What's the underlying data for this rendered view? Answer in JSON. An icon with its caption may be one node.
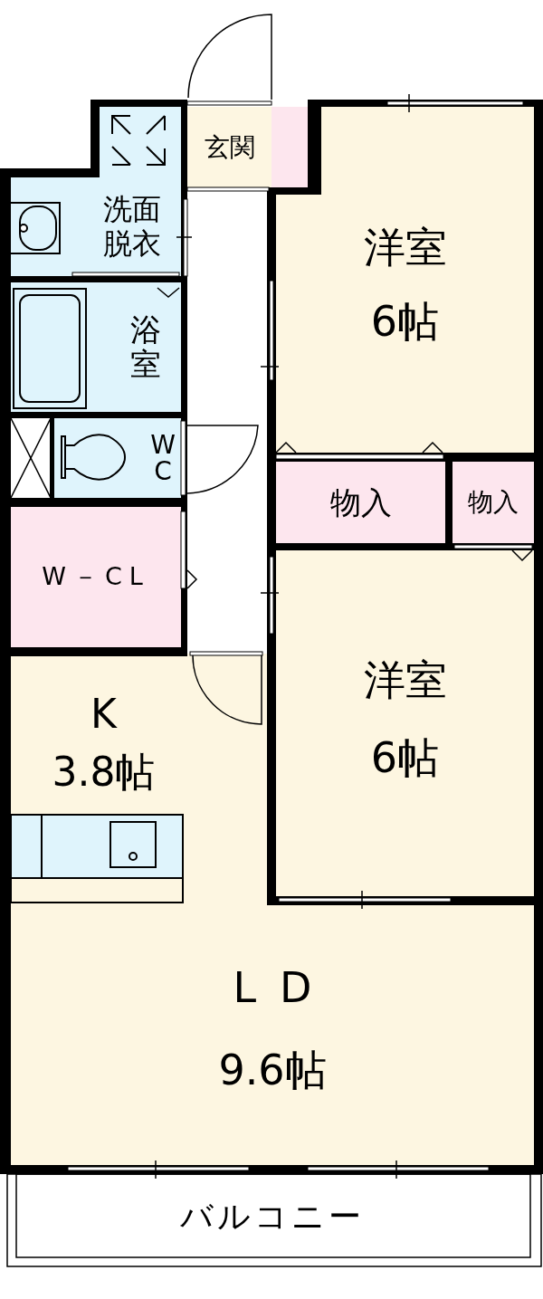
{
  "diagram": {
    "nodes": [
      {
        "text": [
          "玄関"
        ]
      },
      {
        "text": [],
        "shape": "box"
      },
      {
        "text": [
          "洋室",
          "6帖"
        ]
      },
      {
        "text": [
          "洗面脱衣"
        ]
      },
      {
        "text": [
          "浴室"
        ]
      },
      {
        "text": [
          "WC"
        ]
      },
      {
        "text": [
          "W－CL"
        ]
      },
      {
        "text": [
          "物入"
        ]
      },
      {
        "text": [
          "物入"
        ]
      },
      {
        "text": [
          "K",
          "3.8帖"
        ]
      },
      {
        "text": [
          "洋室",
          "6帖"
        ]
      },
      {
        "text": [
          "LD",
          "9.6帖"
        ]
      },
      {
        "text": [
          "バルコニー"
        ]
      }
    ]
  }
}
